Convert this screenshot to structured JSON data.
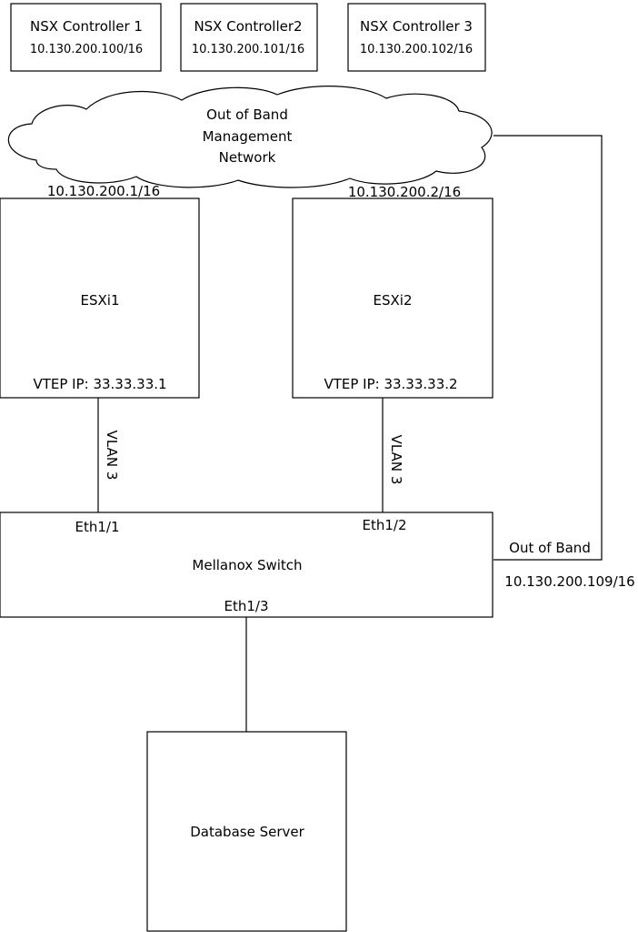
{
  "controllers": [
    {
      "name": "NSX Controller 1",
      "ip": "10.130.200.100/16"
    },
    {
      "name": "NSX Controller2",
      "ip": "10.130.200.101/16"
    },
    {
      "name": "NSX Controller 3",
      "ip": "10.130.200.102/16"
    }
  ],
  "cloud": {
    "line1": "Out of Band",
    "line2": "Management",
    "line3": "Network"
  },
  "hosts": [
    {
      "mgmt_ip": "10.130.200.1/16",
      "name": "ESXi1",
      "vtep": "VTEP IP: 33.33.33.1",
      "vlan": "VLAN 3",
      "port": "Eth1/1"
    },
    {
      "mgmt_ip": "10.130.200.2/16",
      "name": "ESXi2",
      "vtep": "VTEP IP: 33.33.33.2",
      "vlan": "VLAN 3",
      "port": "Eth1/2"
    }
  ],
  "switch": {
    "name": "Mellanox Switch",
    "port_db": "Eth1/3",
    "oob_label": "Out of Band",
    "oob_ip": "10.130.200.109/16"
  },
  "database": {
    "name": "Database Server"
  }
}
